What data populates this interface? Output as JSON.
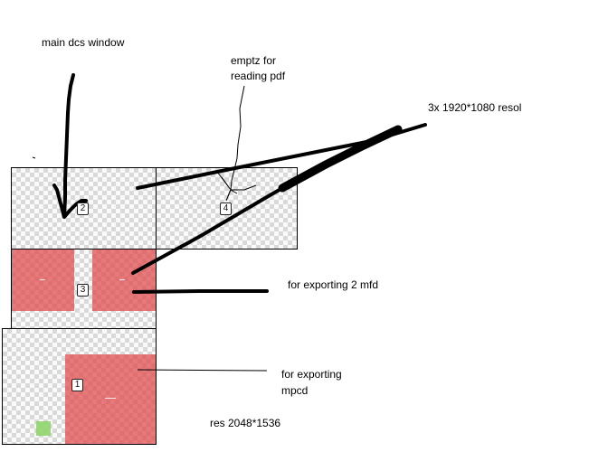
{
  "monitors": [
    {
      "id": "2",
      "role": "main dcs window"
    },
    {
      "id": "4",
      "role": "emptz for reading pdf"
    },
    {
      "id": "3",
      "role": "for exporting 2 mfd"
    },
    {
      "id": "1",
      "role": "for exporting mpcd"
    }
  ],
  "labels": {
    "main_window": "main dcs window",
    "pdf_line1": "emptz for",
    "pdf_line2": "reading pdf",
    "triple_res": "3x 1920*1080 resol",
    "mfd": "for exporting 2 mfd",
    "mpcd_line1": "for exporting",
    "mpcd_line2": "mpcd",
    "bottom_res": "res 2048*1536"
  },
  "colors": {
    "export_region": "#e8797b",
    "marker": "#8fd46a",
    "ink": "#000000"
  }
}
